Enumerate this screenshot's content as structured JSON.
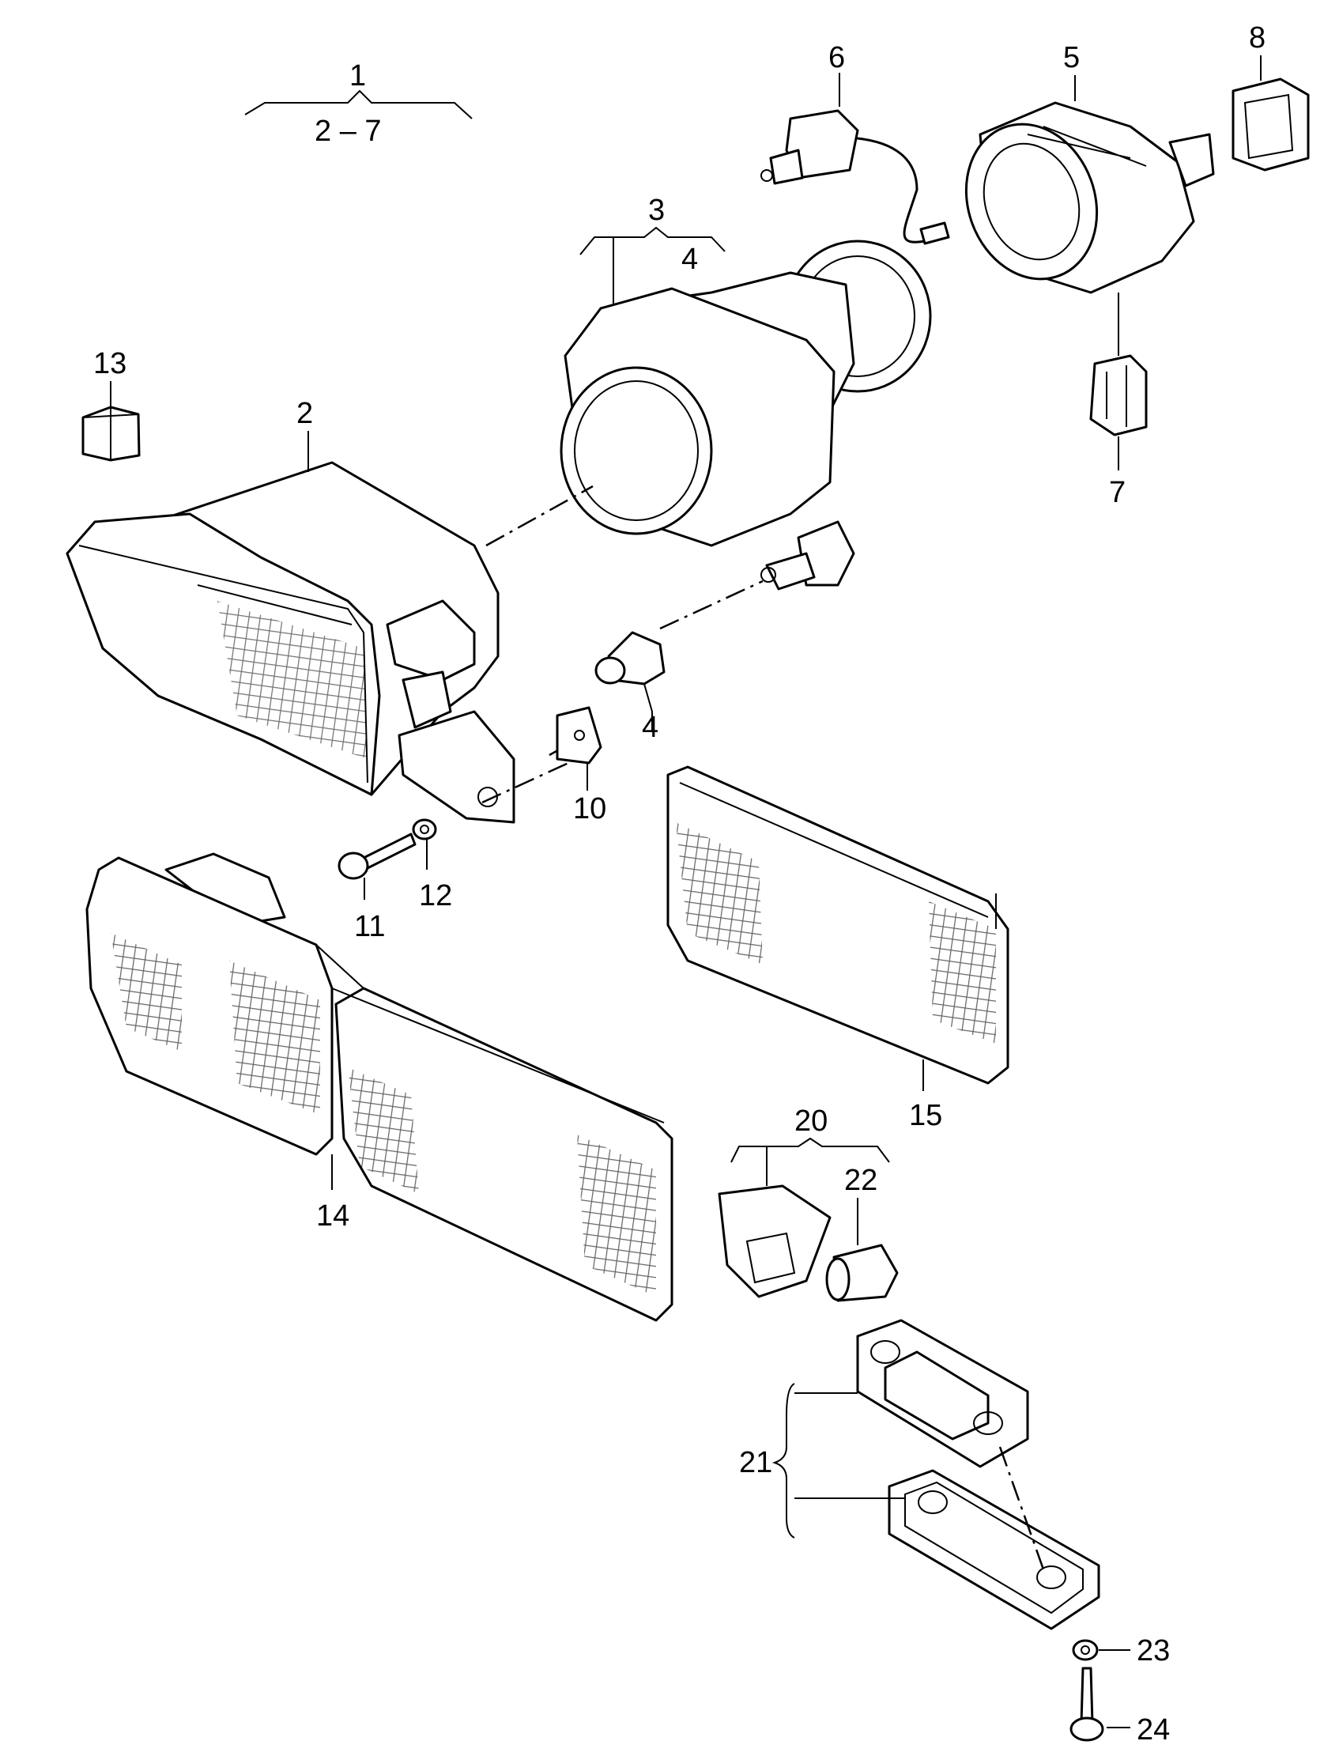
{
  "callouts": {
    "c1": "1",
    "c1_range": "2 – 7",
    "c2": "2",
    "c3": "3",
    "c3_sub": "4",
    "c4": "4",
    "c5": "5",
    "c6": "6",
    "c7": "7",
    "c8": "8",
    "c10": "10",
    "c11": "11",
    "c12": "12",
    "c13": "13",
    "c14": "14",
    "c15": "15",
    "c20": "20",
    "c21": "21",
    "c22": "22",
    "c23": "23",
    "c24": "24"
  },
  "colors": {
    "line": "#000000",
    "background": "#ffffff"
  }
}
